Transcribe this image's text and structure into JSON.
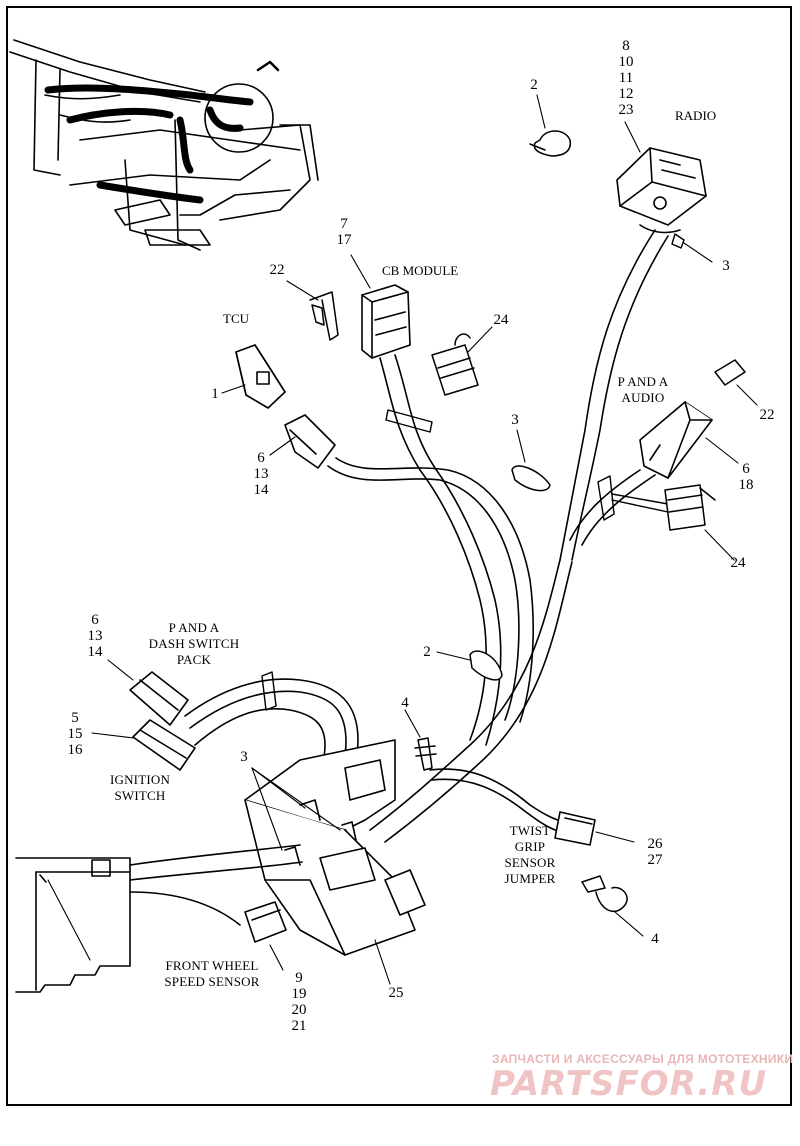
{
  "labels": {
    "radio": "RADIO",
    "cb_module": "CB MODULE",
    "tcu": "TCU",
    "p_and_a_audio": [
      "P AND A",
      "AUDIO"
    ],
    "dash_switch_pack": [
      "P AND A",
      "DASH SWITCH",
      "PACK"
    ],
    "ignition_switch": [
      "IGNITION",
      "SWITCH"
    ],
    "twist_grip": [
      "TWIST",
      "GRIP",
      "SENSOR",
      "JUMPER"
    ],
    "front_wheel": [
      "FRONT WHEEL",
      "SPEED SENSOR"
    ]
  },
  "callouts": {
    "radio_stack": [
      "8",
      "10",
      "11",
      "12",
      "23"
    ],
    "cb_stack": [
      "7",
      "17"
    ],
    "clip_top": "2",
    "radio_tie": "3",
    "tcu_clip": "22",
    "boot_top": "24",
    "tcu_num": "1",
    "tcu_conn_stack": [
      "6",
      "13",
      "14"
    ],
    "tie_mid": "3",
    "audio_clip": "22",
    "audio_conn_stack": [
      "6",
      "18"
    ],
    "boot_right": "24",
    "dash_stack": [
      "6",
      "13",
      "14"
    ],
    "ign_stack": [
      "5",
      "15",
      "16"
    ],
    "clip_mid": "2",
    "anchor_mid": "4",
    "ties_lower": "3",
    "twist_stack": [
      "26",
      "27"
    ],
    "anchor_low": "4",
    "front_stack": [
      "9",
      "19",
      "20",
      "21"
    ],
    "bracket": "25"
  },
  "watermark": {
    "line1": "ЗАПЧАСТИ И АКСЕССУАРЫ ДЛЯ МОТОТЕХНИКИ",
    "line2": "PARTSFOR.RU"
  }
}
